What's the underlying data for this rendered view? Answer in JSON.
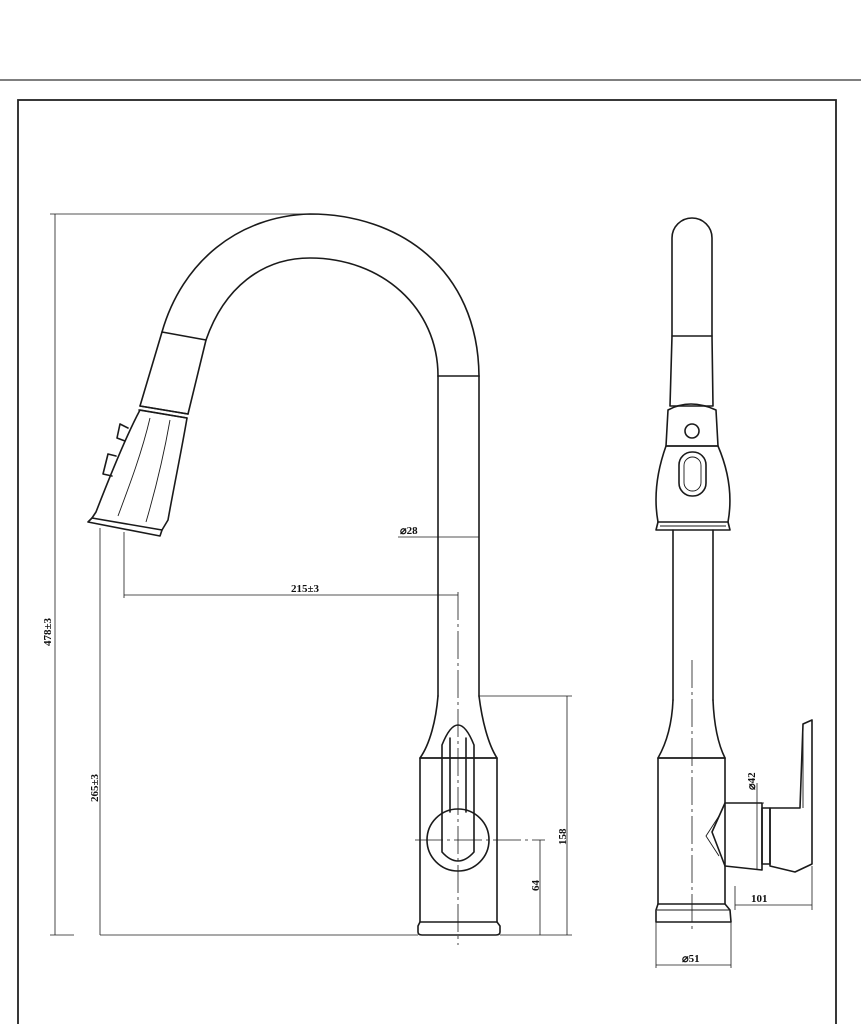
{
  "drawing": {
    "title": "",
    "dimensions": {
      "total_height": "478±3",
      "spout_height": "265±3",
      "reach": "215±3",
      "spout_diameter": "⌀28",
      "handle_height": "158",
      "handle_center": "64",
      "base_diameter": "⌀51",
      "handle_diameter": "⌀42",
      "handle_depth": "101"
    }
  }
}
